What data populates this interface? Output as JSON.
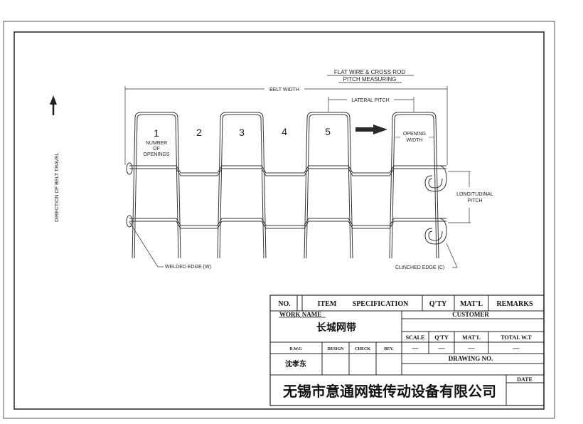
{
  "drawing": {
    "title_line1": "FLAT WIRE & CROSS ROD",
    "title_line2": "PITCH MEASURING",
    "belt_width": "BELT WIDTH",
    "lateral_pitch": "LATERAL PITCH",
    "opening_width_1": "OPENING",
    "opening_width_2": "WIDTH",
    "openings": [
      "1",
      "2",
      "3",
      "4",
      "5"
    ],
    "number_of_openings": [
      "NUMBER",
      "OF",
      "OPENINGS"
    ],
    "longitudinal_pitch_1": "LONGITUDINAL",
    "longitudinal_pitch_2": "PITCH",
    "welded_edge": "WELDED EDGE (W)",
    "clinched_edge": "CLINCHED EDGE (C)",
    "direction": "DIRECTION  OF  BELT  TRAVEL"
  },
  "title_block": {
    "no": "NO.",
    "item": "ITEM",
    "specification": "SPECIFICATION",
    "qty": "Q'TY",
    "matl": "MAT'L",
    "remarks": "REMARKS",
    "work_name_label": "WORK  NAME",
    "work_name": "长城网带",
    "customer": "CUSTOMER",
    "scale": "SCALE",
    "qty2": "Q'TY",
    "matl2": "MAT'L",
    "total_wt": "TOTAL  W.T",
    "scale_val": "—",
    "qty_val": "—",
    "matl_val": "—",
    "total_wt_val": "—",
    "dwg": "D.W.G",
    "design": "DESIGN",
    "check": "CHECK",
    "rev": "REV.",
    "dwg_name": "沈孝东",
    "drawing_no": "DRAWING  NO.",
    "date": "DATE",
    "company": "无锡市意通网链传动设备有限公司"
  }
}
